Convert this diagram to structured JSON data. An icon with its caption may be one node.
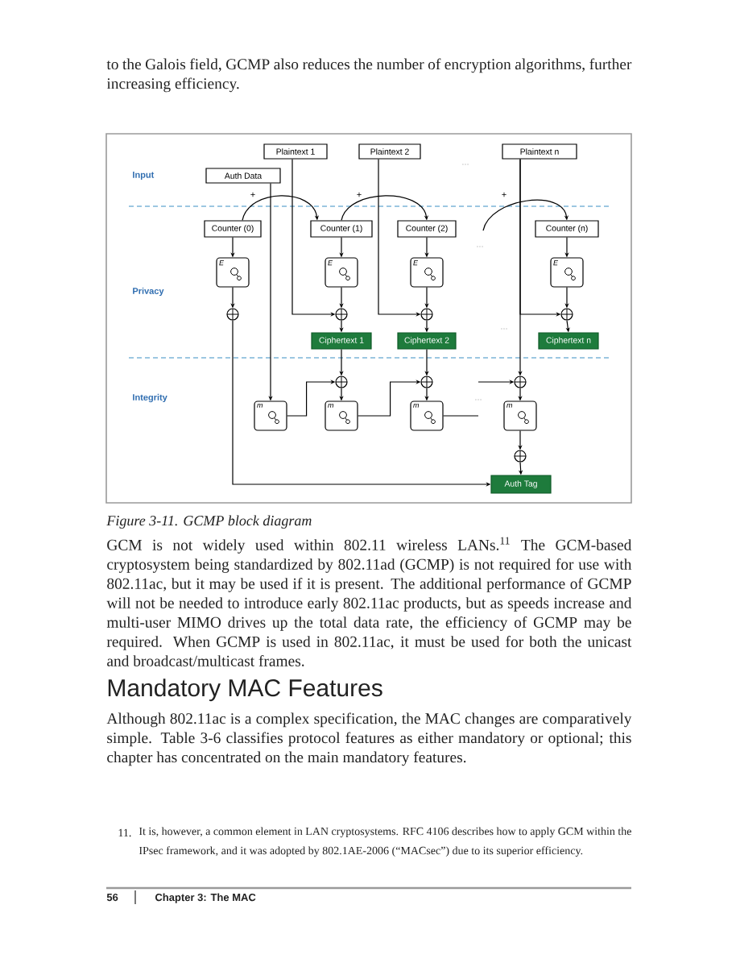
{
  "diagram": {
    "caption": "Figure 3-11. GCMP block diagram",
    "nodes": [
      {
        "text": [
          "Plaintext 1"
        ]
      },
      {
        "text": [
          "Plaintext 2"
        ]
      },
      {
        "text": [
          "Plaintext n"
        ]
      },
      {
        "text": [
          "Auth Data"
        ]
      },
      {
        "text": [
          "Counter (0)"
        ]
      },
      {
        "text": [
          "Counter (1)"
        ]
      },
      {
        "text": [
          "Counter (2)"
        ]
      },
      {
        "text": [
          "Counter (n)"
        ]
      },
      {
        "text": [
          "E"
        ]
      },
      {
        "text": [
          "E"
        ]
      },
      {
        "text": [
          "E"
        ]
      },
      {
        "text": [
          "E"
        ]
      },
      {
        "text": [],
        "shape": "circle"
      },
      {
        "text": [],
        "shape": "circle"
      },
      {
        "text": [],
        "shape": "circle"
      },
      {
        "text": [],
        "shape": "circle"
      },
      {
        "text": [
          "Ciphertext 1"
        ]
      },
      {
        "text": [
          "Ciphertext 2"
        ]
      },
      {
        "text": [
          "Ciphertext n"
        ]
      },
      {
        "text": [],
        "shape": "circle"
      },
      {
        "text": [],
        "shape": "circle"
      },
      {
        "text": [],
        "shape": "circle"
      },
      {
        "text": [
          "m"
        ]
      },
      {
        "text": [
          "m"
        ]
      },
      {
        "text": [
          "m"
        ]
      },
      {
        "text": [
          "m"
        ]
      },
      {
        "text": [],
        "shape": "circle"
      },
      {
        "text": [
          "Auth Tag"
        ]
      }
    ],
    "edges": [
      {
        "from": 4,
        "to": 5,
        "arrow": "to",
        "label": "+"
      },
      {
        "from": 5,
        "to": 6,
        "arrow": "to",
        "label": "+"
      },
      {
        "from": null,
        "to": 7,
        "arrow": "to",
        "label": "+"
      },
      {
        "from": 4,
        "to": 8,
        "arrow": "to"
      },
      {
        "from": 5,
        "to": 9,
        "arrow": "to"
      },
      {
        "from": 6,
        "to": 10,
        "arrow": "to"
      },
      {
        "from": 7,
        "to": 11,
        "arrow": "to"
      },
      {
        "from": 8,
        "to": 12,
        "arrow": "to"
      },
      {
        "from": 9,
        "to": 13,
        "arrow": "to"
      },
      {
        "from": 10,
        "to": 14,
        "arrow": "to"
      },
      {
        "from": 11,
        "to": 15,
        "arrow": "to"
      },
      {
        "from": 0,
        "to": 13,
        "arrow": "to"
      },
      {
        "from": 1,
        "to": 14,
        "arrow": "to"
      },
      {
        "from": 2,
        "to": 15,
        "arrow": "to"
      },
      {
        "from": 2,
        "to": 21,
        "arrow": "to"
      },
      {
        "from": 3,
        "to": 22,
        "arrow": "to"
      },
      {
        "from": 12,
        "to": 27,
        "arrow": "to"
      },
      {
        "from": 13,
        "to": 16,
        "arrow": "to"
      },
      {
        "from": 14,
        "to": 17,
        "arrow": "to"
      },
      {
        "from": 15,
        "to": 18,
        "arrow": "to"
      },
      {
        "from": 16,
        "to": 19,
        "arrow": "to"
      },
      {
        "from": 17,
        "to": 20,
        "arrow": "to"
      },
      {
        "from": 19,
        "to": 23,
        "arrow": "to"
      },
      {
        "from": 20,
        "to": 24,
        "arrow": "to"
      },
      {
        "from": 21,
        "to": 25,
        "arrow": "to"
      },
      {
        "from": 22,
        "to": 19,
        "arrow": "to"
      },
      {
        "from": 23,
        "to": 20,
        "arrow": "to"
      },
      {
        "from": 24,
        "to": null,
        "arrow": "none"
      },
      {
        "from": null,
        "to": 21,
        "arrow": "to"
      },
      {
        "from": 25,
        "to": 26,
        "arrow": "to"
      },
      {
        "from": 26,
        "to": 27,
        "arrow": "to"
      }
    ],
    "labels": [
      "to the Galois field, GCMP also reduces the number of encryption algorithms, further increasing efficiency.",
      "...",
      "Input",
      "...",
      "Privacy",
      "...",
      "Integrity",
      "...",
      "GCM is not widely used within 802.11 wireless LANs.$^{11}$ The GCM-based cryptosystem being standardized by 802.11ad (GCMP) is not required for use with 802.11ac, but it may be used if it is present. The additional performance of GCMP will not be needed to introduce early 802.11ac products, but as speeds increase and multi-user MIMO drives up the total data rate, the efficiency of GCMP may be required. When GCMP is used in 802.11ac, it must be used for both the unicast and broadcast/multicast frames.",
      "Mandatory MAC Features",
      "Although 802.11ac is a complex specification, the MAC changes are comparatively simple. Table 3-6 classifies protocol features as either mandatory or optional; this chapter has concentrated on the main mandatory features.",
      "11.",
      "It is, however, a common element in LAN cryptosystems. RFC 4106 describes how to apply GCM within the IPsec framework, and it was adopted by 802.1AE-2006 (“MACsec”) due to its superior efficiency.",
      "56",
      "Chapter 3: The MAC"
    ]
  }
}
